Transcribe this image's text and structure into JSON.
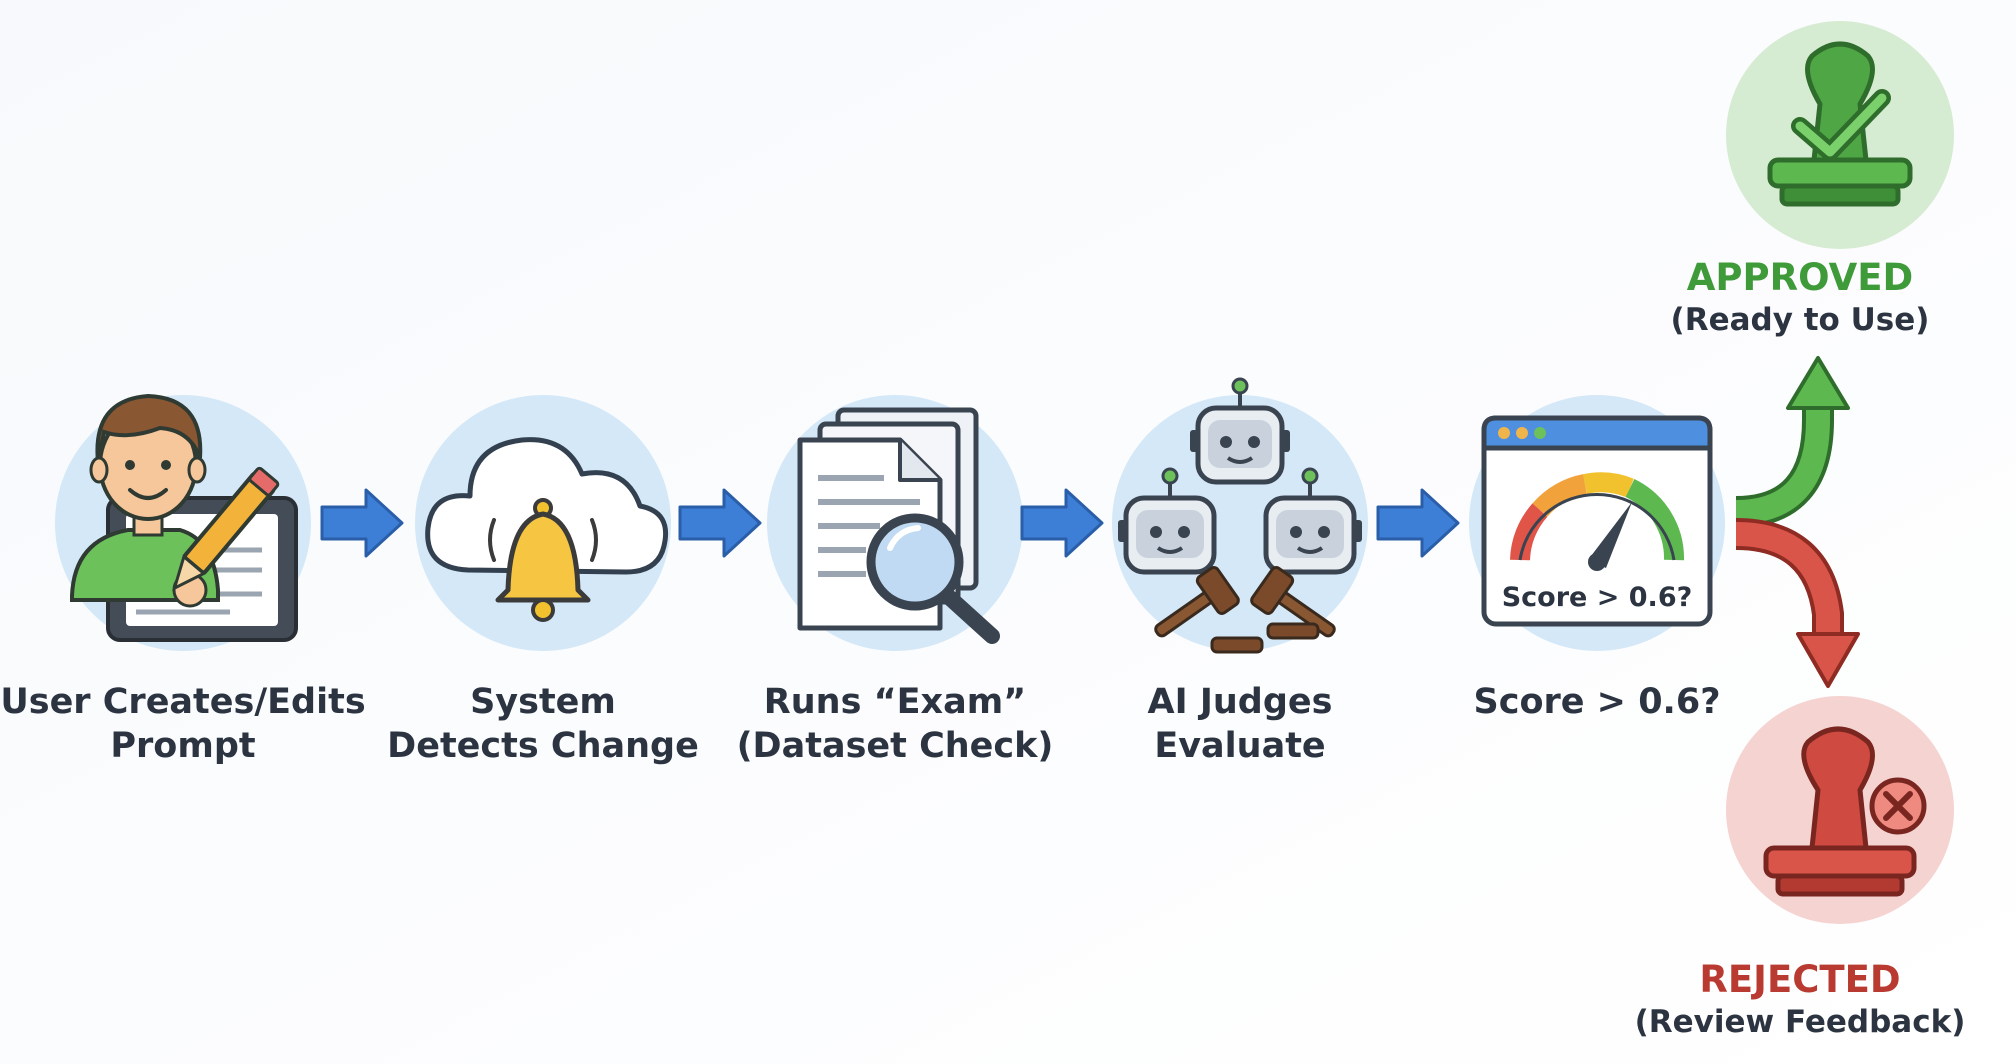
{
  "steps": [
    {
      "line1": "User Creates/Edits",
      "line2": "Prompt",
      "icon": "user-editing-icon"
    },
    {
      "line1": "System",
      "line2": "Detects Change",
      "icon": "cloud-bell-icon"
    },
    {
      "line1": "Runs “Exam”",
      "line2": "(Dataset Check)",
      "icon": "document-search-icon"
    },
    {
      "line1": "AI Judges",
      "line2": "Evaluate",
      "icon": "robot-judges-icon"
    },
    {
      "line1": "Score > 0.6?",
      "line2": "",
      "icon": "score-gauge-icon"
    }
  ],
  "gauge_text": "Score > 0.6?",
  "outcomes": {
    "approved": {
      "status": "APPROVED",
      "detail": "(Ready to Use)",
      "color": "#3f9a3a",
      "icon": "approved-stamp-icon"
    },
    "rejected": {
      "status": "REJECTED",
      "detail": "(Review Feedback)",
      "color": "#b93a30",
      "icon": "rejected-stamp-icon"
    }
  },
  "colors": {
    "circle": "#d4e8f8",
    "arrow": "#3d7fd6",
    "text": "#2b3440"
  }
}
